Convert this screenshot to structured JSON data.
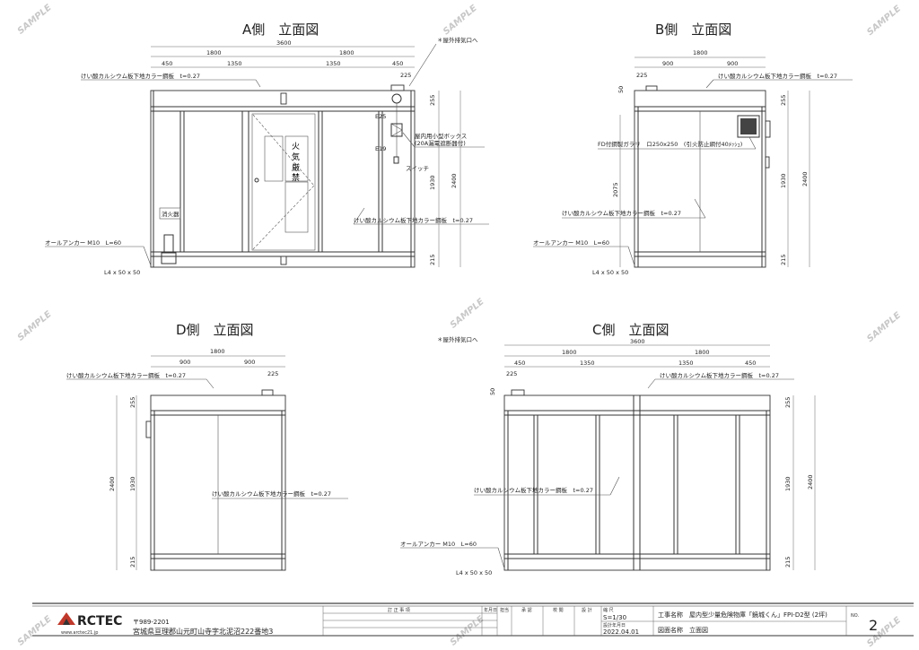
{
  "watermark": "SAMPLE",
  "elevations": {
    "a": {
      "title": "A側　立面図",
      "dims_total": "3600",
      "dims_half": [
        "1800",
        "1800"
      ],
      "dims_parts": [
        "450",
        "1350",
        "1350",
        "450"
      ],
      "dim_225": "225",
      "dim_255": "255",
      "dim_1930": "1930",
      "dim_2400": "2400",
      "dim_215": "215",
      "note_exhaust": "＊屋外排気口へ",
      "note_panel_top": "けい酸カルシウム板下地カラー鋼板　t=0.27",
      "note_panel_mid": "けい酸カルシウム板下地カラー鋼板　t=0.27",
      "note_e25": "E25",
      "note_e19": "E19",
      "note_box": "屋内用小型ボックス",
      "note_box2": "(20A漏電遮断器付)",
      "note_switch": "スイッチ",
      "note_anchor": "オールアンカー M10　L=60",
      "note_angle": "L4 x 50 x 50",
      "extinguisher": "消火器",
      "sign_fire": [
        "火",
        "気",
        "厳",
        "禁"
      ]
    },
    "b": {
      "title": "B側　立面図",
      "dims_total": "1800",
      "dims_parts": [
        "900",
        "900"
      ],
      "dim_225": "225",
      "dim_50": "50",
      "dim_255": "255",
      "dim_1930": "1930",
      "dim_2400": "2400",
      "dim_2075": "2075",
      "dim_215": "215",
      "note_panel_top": "けい酸カルシウム板下地カラー鋼板　t=0.27",
      "note_panel_mid": "けい酸カルシウム板下地カラー鋼板　t=0.27",
      "note_louver": "FD付鋼製ガラリ　ロ250x250　(引火防止網付40ﾒｯｼｭ)",
      "note_anchor": "オールアンカー M10　L=60",
      "note_angle": "L4 x 50 x 50"
    },
    "d": {
      "title": "D側　立面図",
      "dims_total": "1800",
      "dims_parts": [
        "900",
        "900"
      ],
      "dim_225": "225",
      "dim_255": "255",
      "dim_1930": "1930",
      "dim_2400": "2400",
      "dim_215": "215",
      "note_panel_top": "けい酸カルシウム板下地カラー鋼板　t=0.27",
      "note_panel_mid": "けい酸カルシウム板下地カラー鋼板　t=0.27"
    },
    "c": {
      "title": "C側　立面図",
      "dims_total": "3600",
      "dims_half": [
        "1800",
        "1800"
      ],
      "dims_parts": [
        "450",
        "1350",
        "1350",
        "450"
      ],
      "dim_225": "225",
      "dim_50": "50",
      "dim_255": "255",
      "dim_1930": "1930",
      "dim_2400": "2400",
      "dim_215": "215",
      "note_exhaust": "＊屋外排気口へ",
      "note_panel_top": "けい酸カルシウム板下地カラー鋼板　t=0.27",
      "note_panel_mid": "けい酸カルシウム板下地カラー鋼板　t=0.27",
      "note_anchor": "オールアンカー M10　L=60",
      "note_angle": "L4 x 50 x 50"
    }
  },
  "title_block": {
    "logo": "RCTEC",
    "website": "www.arctec21.jp",
    "postal": "〒989-2201",
    "address": "宮城県亘理郡山元町山寺字北泥沼222番地3",
    "revision_header": "訂 正 事 項",
    "col_date": "年月日",
    "col_charge": "担当",
    "col_approve": "承 認",
    "col_check": "校 閲",
    "col_design": "設 計",
    "scale_label": "縮 尺",
    "scale": "S=1/30",
    "design_date_label": "設計年月日",
    "design_date": "2022.04.01",
    "project": "工事名称　屋内型少量危険物庫「鏡城くん」FPI-D2型 (2坪)",
    "drawing_name": "図面名称　立面図",
    "no_label": "NO.",
    "no": "2"
  }
}
